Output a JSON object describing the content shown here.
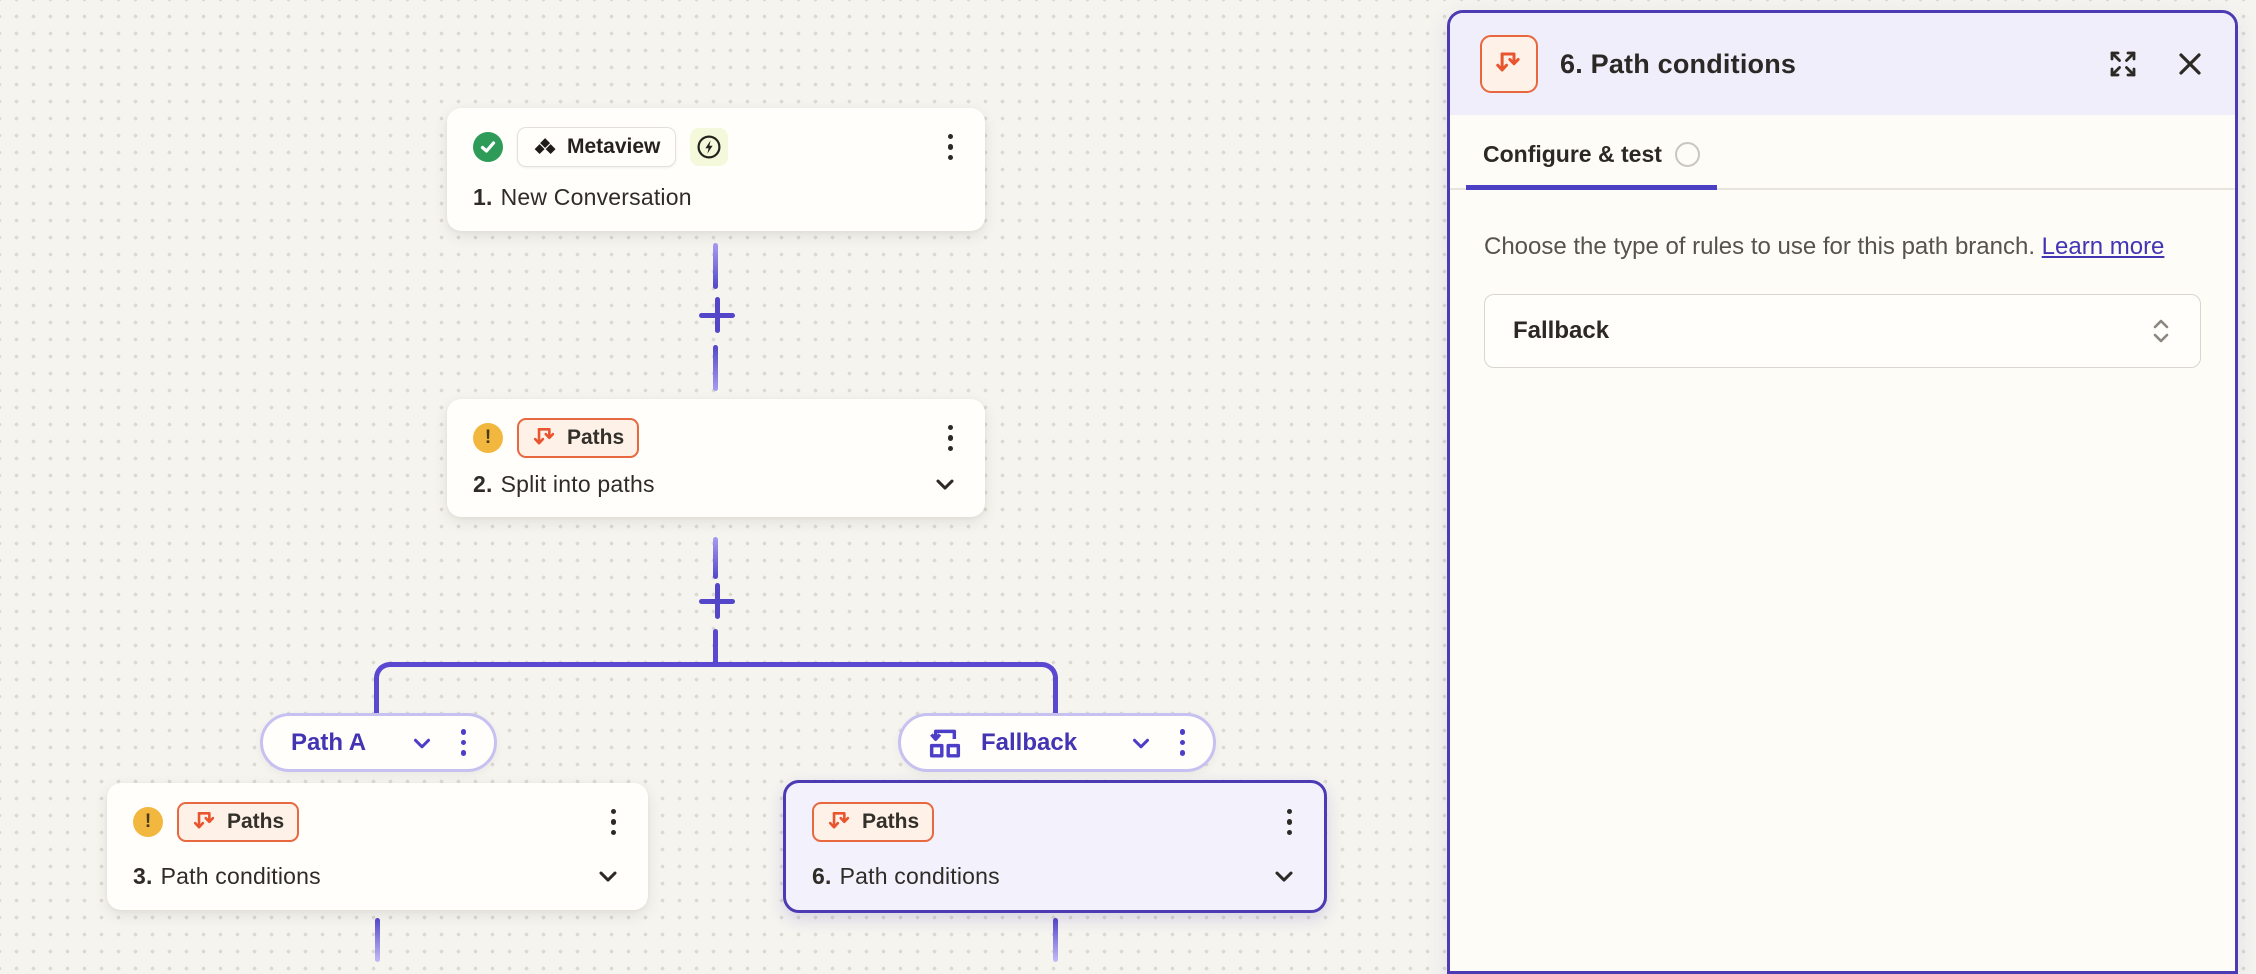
{
  "canvas": {
    "nodes": [
      {
        "step": "1.",
        "title": "New Conversation",
        "app": "Metaview",
        "status": "success"
      },
      {
        "step": "2.",
        "title": "Split into paths",
        "badge": "Paths",
        "status": "warning"
      },
      {
        "step": "3.",
        "title": "Path conditions",
        "badge": "Paths",
        "status": "warning"
      },
      {
        "step": "6.",
        "title": "Path conditions",
        "badge": "Paths",
        "status": "selected"
      }
    ],
    "pills": [
      {
        "label": "Path A"
      },
      {
        "label": "Fallback"
      }
    ],
    "icons": {
      "check": "check-icon",
      "warning": "exclamation-icon",
      "bolt": "instant-trigger-bolt-icon",
      "paths": "paths-arrows-icon",
      "fallback": "fallback-branch-icon",
      "plus": "add-step-plus-icon",
      "kebab": "more-options-kebab-icon",
      "chevron": "chevron-down-icon"
    }
  },
  "panel": {
    "title": "6. Path conditions",
    "tab": {
      "label": "Configure & test"
    },
    "description": "Choose the type of rules to use for this path branch.",
    "link_label": "Learn more",
    "select": {
      "value": "Fallback"
    }
  },
  "colors": {
    "accent_indigo": "#4c3bb3",
    "link_indigo": "#4334b3",
    "connector": "#5a49d0",
    "orange": "#e8552e",
    "amber": "#f2b73f",
    "green": "#2e9c58",
    "canvas_bg": "#f5f4ef",
    "panel_header_bg": "#efeefa",
    "selected_node_bg": "#f3f1fc"
  }
}
